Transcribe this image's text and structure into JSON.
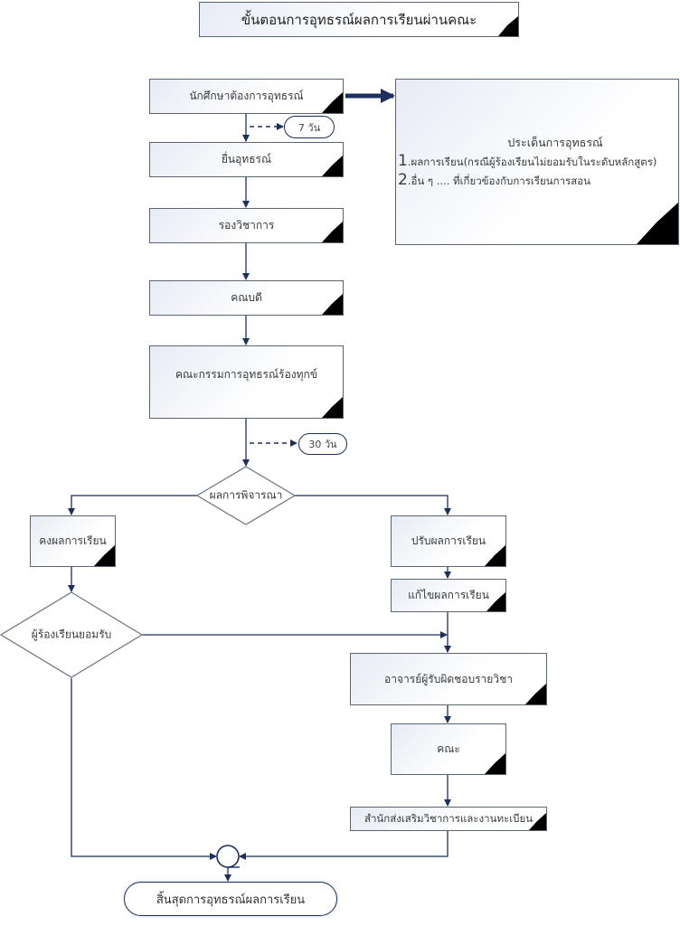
{
  "title": "ขั้นตอนการอุทธรณ์ผลการเรียนผ่านคณะ",
  "colors": {
    "connector": "#1d2f5c",
    "box_border": "#5a6573",
    "corner": "#000000"
  },
  "steps": {
    "student_request": "นักศึกษาต้องการอุทธรณ์",
    "submit_appeal": "ยื่นอุทธรณ์",
    "vice_dean": "รองวิชาการ",
    "dean": "คณบดี",
    "committee": "คณะกรรมการอุทธรณ์ร้องทุกข์",
    "keep_result": "คงผลการเรียน",
    "adjust_result": "ปรับผลการเรียน",
    "fix_result": "แก้ไขผลการเรียน",
    "instructor": "อาจารย์ผู้รับผิดชอบรายวิชา",
    "faculty": "คณะ",
    "registrar": "สำนักส่งเสริมวิชาการและงานทะเบียน"
  },
  "durations": {
    "first": "7 วัน",
    "second": "30 วัน"
  },
  "decisions": {
    "consideration": "ผลการพิจารณา",
    "student_accepts": "ผู้ร้องเรียนยอมรับ"
  },
  "issues": {
    "heading": "ประเด็นการอุทธรณ์",
    "items": [
      {
        "num": "1",
        "text": ".ผลการเรียน(กรณีผู้ร้องเรียนไม่ยอมรับในระดับหลักสูตร)"
      },
      {
        "num": "2",
        "text": ".อื่น ๆ .... ที่เกี่ยวข้องกับการเรียนการสอน"
      }
    ]
  },
  "end": "สิ้นสุดการอุทธรณ์ผลการเรียน"
}
